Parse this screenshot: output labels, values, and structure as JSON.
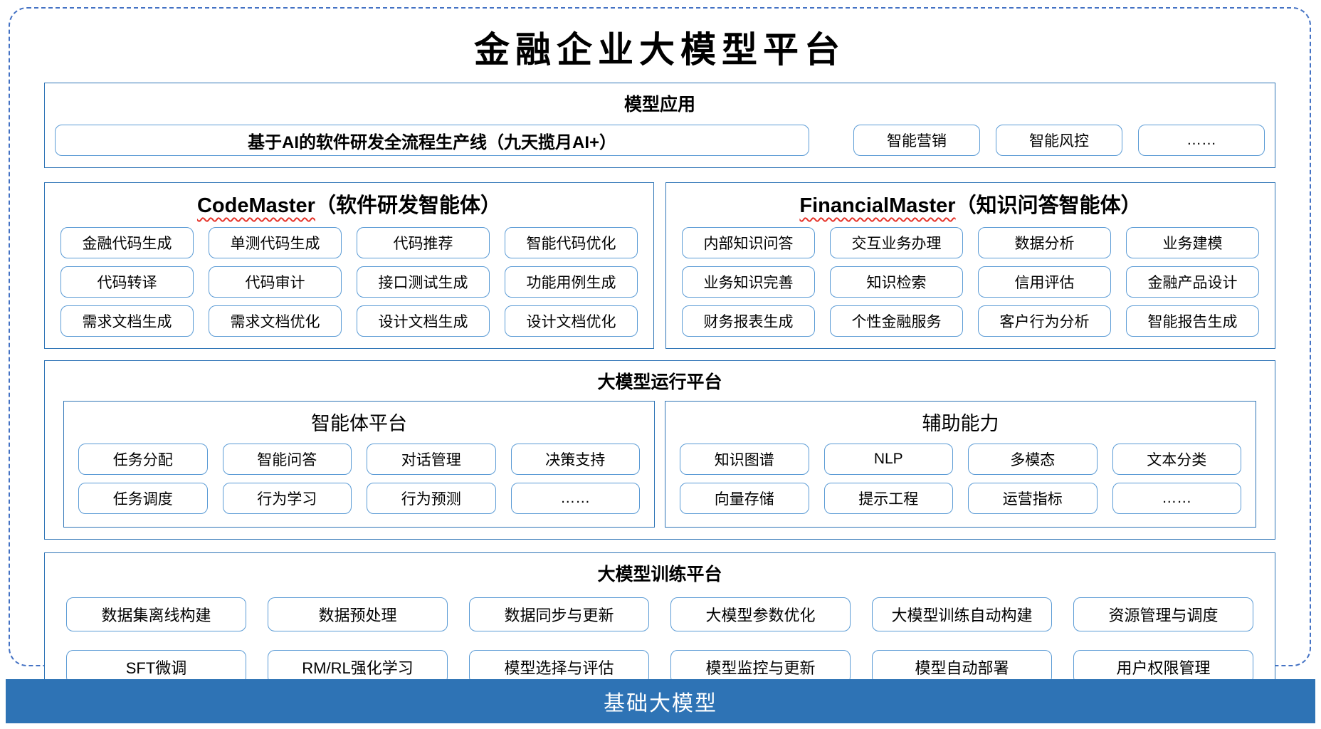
{
  "page": {
    "title": "金融企业大模型平台",
    "foundation_bar_label": "基础大模型"
  },
  "colors": {
    "section_border_blue": "#2E74B6",
    "node_border_blue": "#5B9BD5",
    "outer_dashed_blue": "#4472C4",
    "foundation_bar_bg": "#2E73B5",
    "spellcheck_underline_red": "#E5332A"
  },
  "model_app": {
    "header": "模型应用",
    "pipeline_button": "基于AI的软件研发全流程生产线（九天揽月AI+）",
    "buttons": [
      "智能营销",
      "智能风控",
      "……"
    ]
  },
  "code_master": {
    "name": "CodeMaster",
    "subtitle": "（软件研发智能体）",
    "items": [
      "金融代码生成",
      "单测代码生成",
      "代码推荐",
      "智能代码优化",
      "代码转译",
      "代码审计",
      "接口测试生成",
      "功能用例生成",
      "需求文档生成",
      "需求文档优化",
      "设计文档生成",
      "设计文档优化"
    ]
  },
  "financial_master": {
    "name": "FinancialMaster",
    "subtitle": "（知识问答智能体）",
    "items": [
      "内部知识问答",
      "交互业务办理",
      "数据分析",
      "业务建模",
      "业务知识完善",
      "知识检索",
      "信用评估",
      "金融产品设计",
      "财务报表生成",
      "个性金融服务",
      "客户行为分析",
      "智能报告生成"
    ]
  },
  "runtime": {
    "header": "大模型运行平台",
    "agent_platform": {
      "header": "智能体平台",
      "items": [
        "任务分配",
        "智能问答",
        "对话管理",
        "决策支持",
        "任务调度",
        "行为学习",
        "行为预测",
        "……"
      ]
    },
    "aux_capability": {
      "header": "辅助能力",
      "items": [
        "知识图谱",
        "NLP",
        "多模态",
        "文本分类",
        "向量存储",
        "提示工程",
        "运营指标",
        "……"
      ]
    }
  },
  "training": {
    "header": "大模型训练平台",
    "items": [
      "数据集离线构建",
      "数据预处理",
      "数据同步与更新",
      "大模型参数优化",
      "大模型训练自动构建",
      "资源管理与调度",
      "SFT微调",
      "RM/RL强化学习",
      "模型选择与评估",
      "模型监控与更新",
      "模型自动部署",
      "用户权限管理"
    ]
  }
}
